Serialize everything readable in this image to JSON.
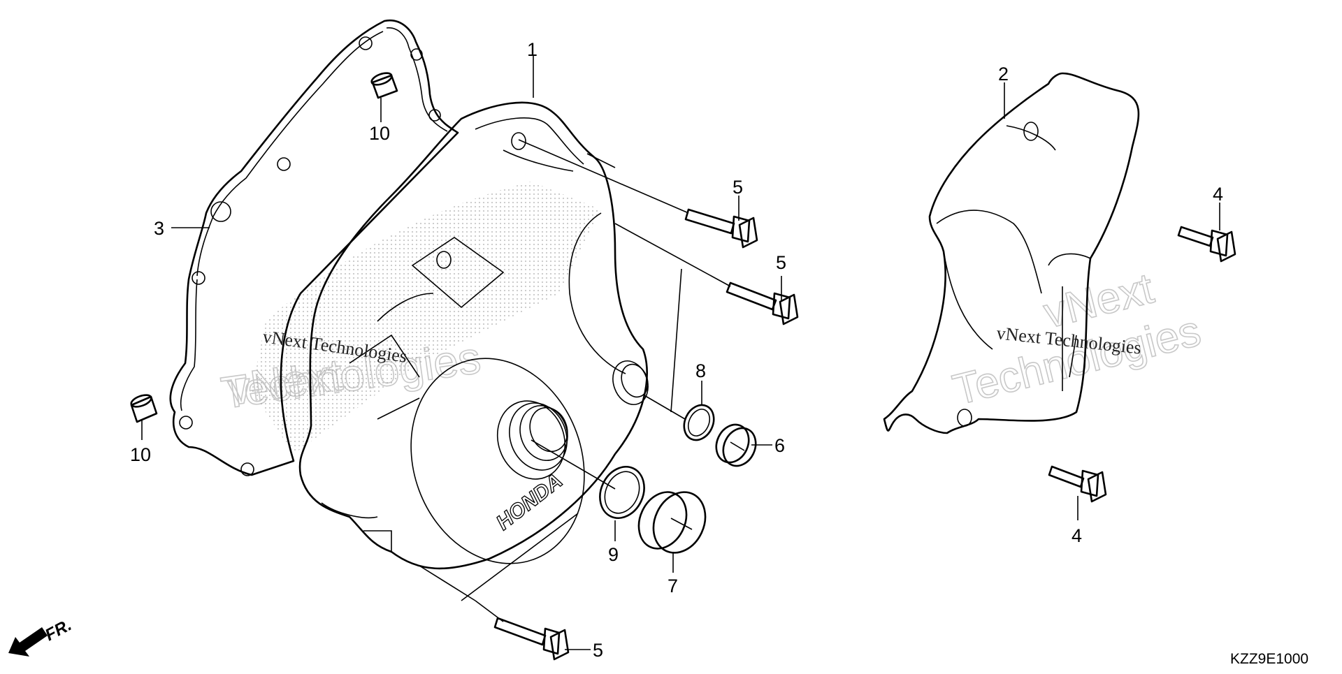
{
  "diagram": {
    "callouts": {
      "c1": "1",
      "c2": "2",
      "c3": "3",
      "c4a": "4",
      "c4b": "4",
      "c5a": "5",
      "c5b": "5",
      "c5c": "5",
      "c6": "6",
      "c7": "7",
      "c8": "8",
      "c9": "9",
      "c10a": "10",
      "c10b": "10"
    },
    "watermark": {
      "line_a": "vNext Technologies",
      "line_b": "vNext Technologies",
      "outline_a1": "vNext",
      "outline_a2": "Technologies",
      "outline_b1": "vNext",
      "outline_b2": "Technologies"
    },
    "cover_brand": "HONDA",
    "direction_label": "FR.",
    "drawing_code": "KZZ9E1000"
  }
}
